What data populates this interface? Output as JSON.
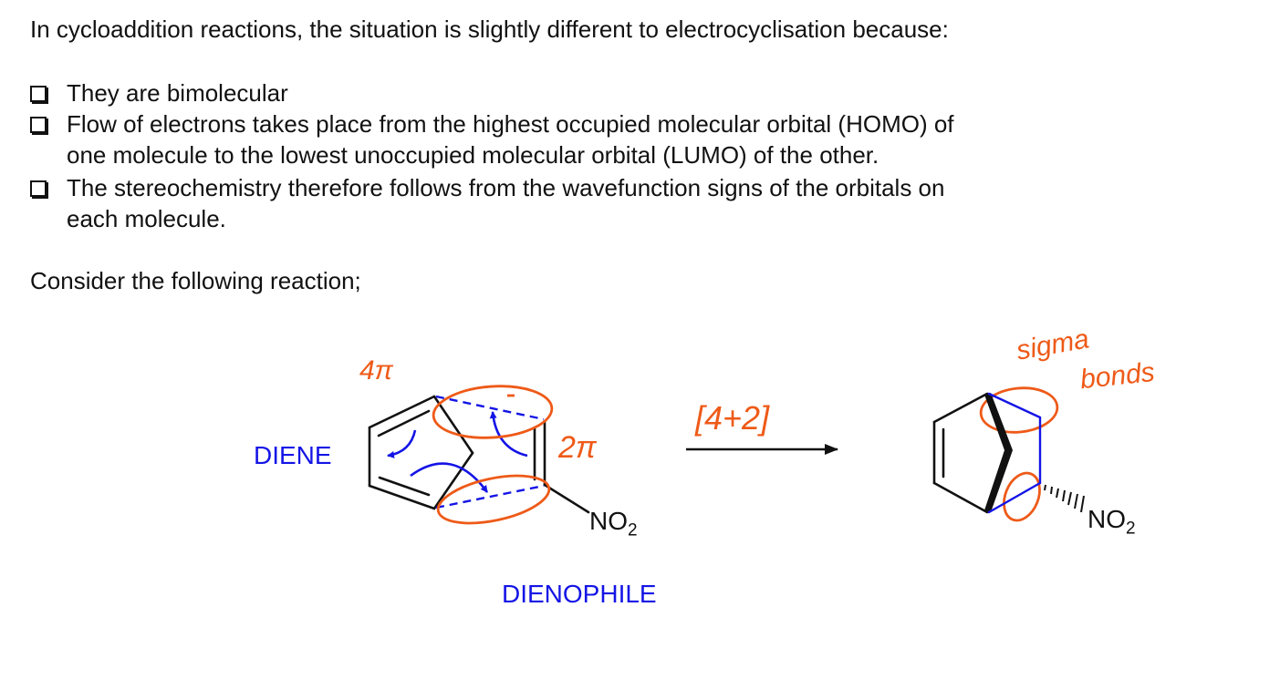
{
  "intro": "In cycloaddition reactions, the situation is slightly different to electrocyclisation because:",
  "bullets": [
    {
      "lines": [
        "They are bimolecular"
      ]
    },
    {
      "lines": [
        "Flow of electrons takes place from the highest occupied molecular orbital (HOMO) of",
        "one molecule to the lowest unoccupied molecular orbital (LUMO) of the other."
      ]
    },
    {
      "lines": [
        "The stereochemistry therefore follows from the wavefunction signs of the orbitals on",
        "each molecule."
      ]
    }
  ],
  "consider": "Consider the following reaction;",
  "scheme": {
    "diene_label": "DIENE",
    "dienophile_label": "DIENOPHILE",
    "reactant_group": {
      "base": "NO",
      "sub": "2"
    },
    "product_group": {
      "base": "NO",
      "sub": "2"
    },
    "annotations": {
      "diene_pi": "4π",
      "dienophile_pi": "2π",
      "reaction_type": "[4+2]",
      "sigma_line1": "sigma",
      "sigma_line2": "bonds"
    },
    "colors": {
      "text": "#111111",
      "blue": "#1414e6",
      "orange": "#ee5a18"
    }
  }
}
